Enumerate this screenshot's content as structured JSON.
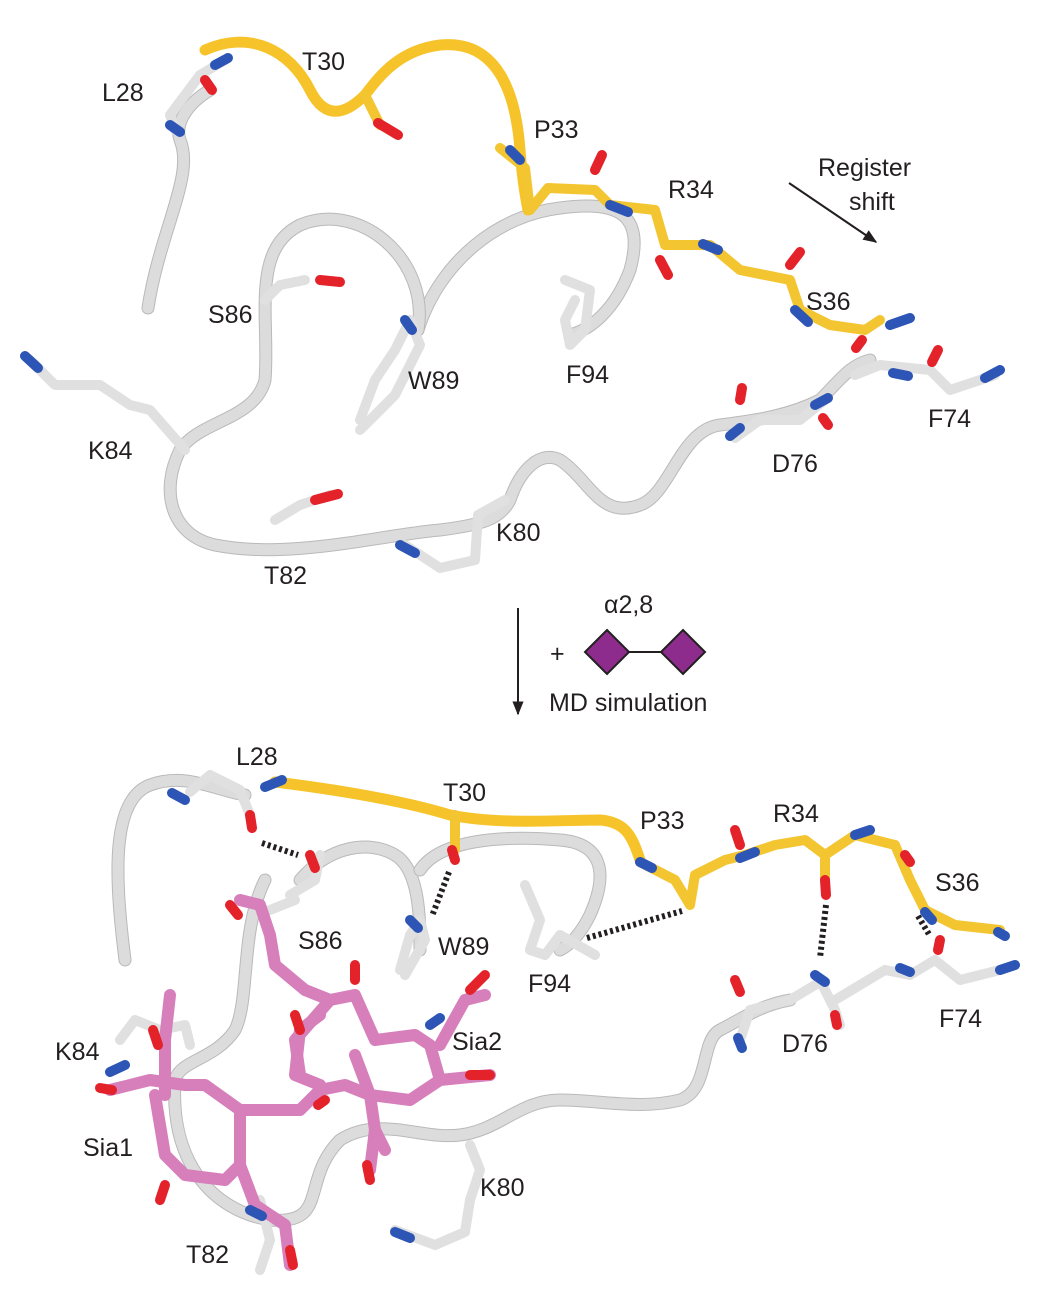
{
  "top_panel": {
    "residues": {
      "L28": "L28",
      "T30": "T30",
      "P33": "P33",
      "R34": "R34",
      "S36": "S36",
      "S86": "S86",
      "W89": "W89",
      "F94": "F94",
      "K84": "K84",
      "F74": "F74",
      "D76": "D76",
      "K80": "K80",
      "T82": "T82"
    },
    "register_shift_line1": "Register",
    "register_shift_line2": "shift"
  },
  "transition": {
    "plus": "+",
    "linkage": "α2,8",
    "method": "MD simulation"
  },
  "bottom_panel": {
    "residues": {
      "L28": "L28",
      "T30": "T30",
      "P33": "P33",
      "R34": "R34",
      "S36": "S36",
      "S86": "S86",
      "W89": "W89",
      "F94": "F94",
      "K84": "K84",
      "F74": "F74",
      "D76": "D76",
      "K80": "K80",
      "T82": "T82"
    },
    "ligands": {
      "sia1": "Sia1",
      "sia2": "Sia2"
    }
  },
  "colors": {
    "backbone": "#dcdcdc",
    "shifted_segment": "#f6c42a",
    "sialic_acid": "#d67fbb",
    "glycan_symbol": "#8e2c8e",
    "oxygen": "#e3222a",
    "nitrogen": "#2d55b5"
  }
}
